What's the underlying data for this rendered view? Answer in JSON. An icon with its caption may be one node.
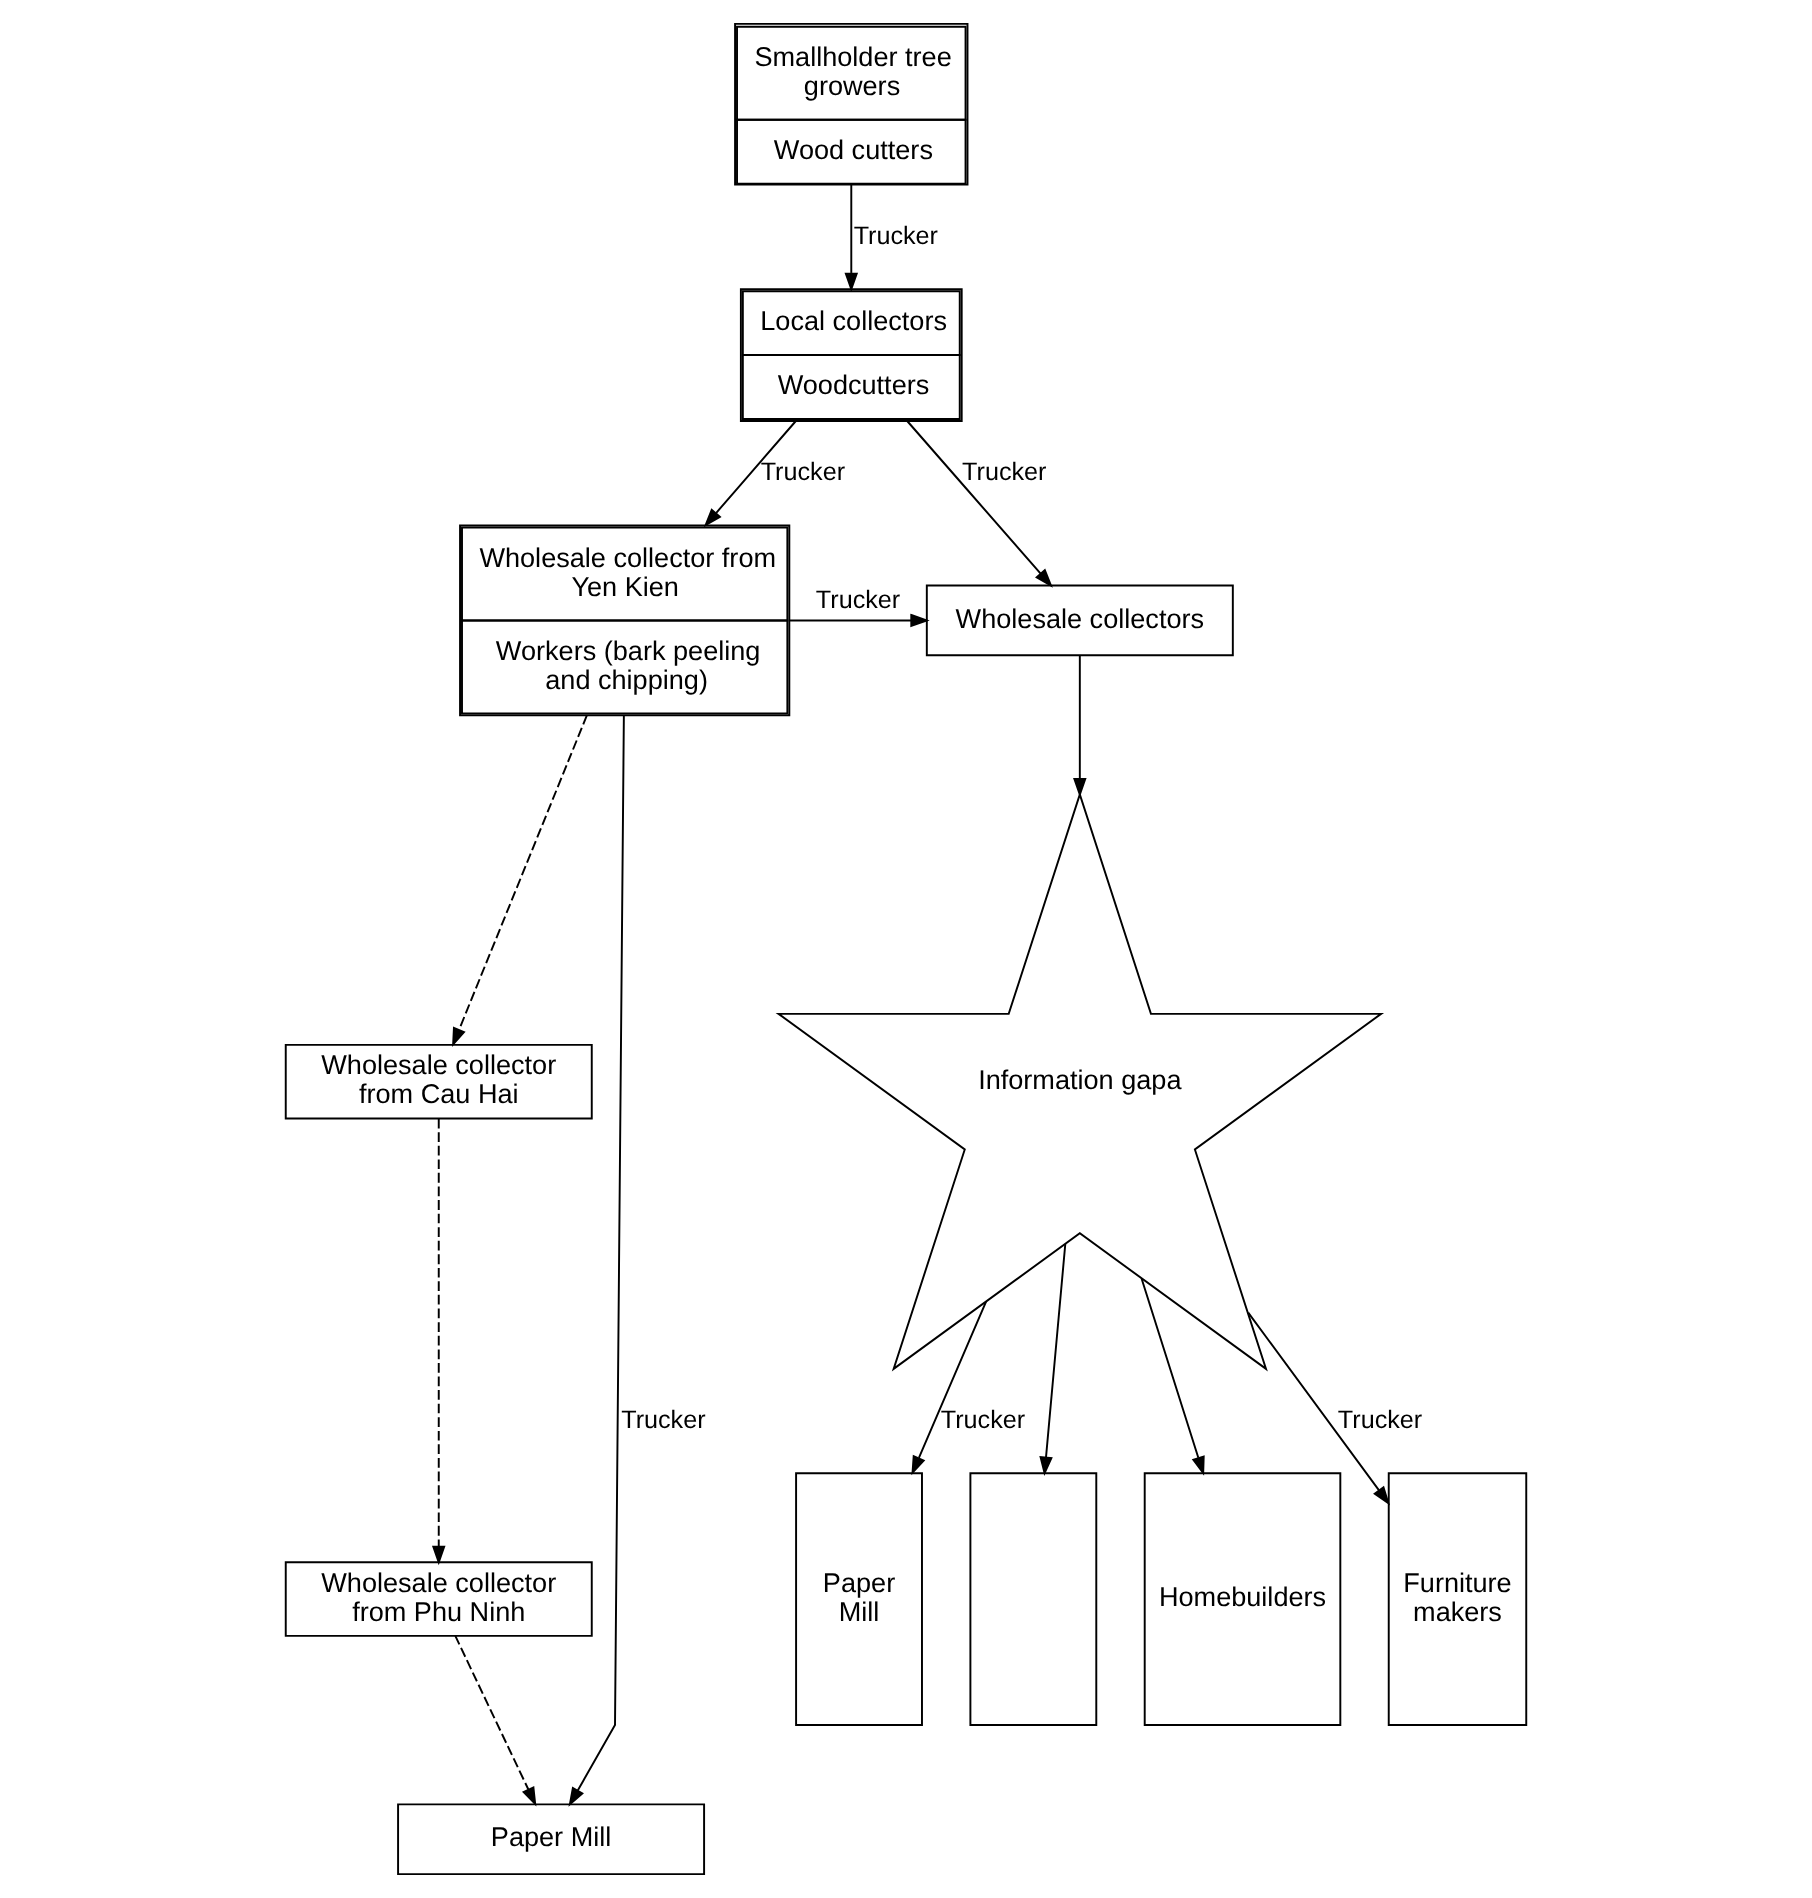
{
  "diagram": {
    "nodes": [
      {
        "text": [
          "Smallholder tree growers",
          "Wood cutters"
        ]
      },
      {
        "text": [
          "Local collectors",
          "Woodcutters"
        ]
      },
      {
        "text": [
          "Wholesale collector from Yen Kien",
          "Workers (bark peeling and chipping)"
        ]
      },
      {
        "text": [
          "Wholesale collectors"
        ]
      },
      {
        "text": [
          "Information gapa"
        ]
      },
      {
        "text": [
          "Wholesale collector from Cau Hai"
        ]
      },
      {
        "text": [
          "Wholesale collector from Phu Ninh"
        ]
      },
      {
        "text": [
          "Paper Mill"
        ]
      },
      {
        "text": [
          "Paper Mill"
        ]
      },
      {
        "text": [],
        "shape": "box"
      },
      {
        "text": [
          "Homebuilders"
        ]
      },
      {
        "text": [
          "Furniture makers"
        ]
      }
    ],
    "edges": [
      {
        "from": 0,
        "to": 1,
        "arrow": "to",
        "label": "Trucker"
      },
      {
        "from": 1,
        "to": 2,
        "arrow": "to",
        "label": "Trucker"
      },
      {
        "from": 1,
        "to": 3,
        "arrow": "to",
        "label": "Trucker"
      },
      {
        "from": 2,
        "to": 3,
        "arrow": "to",
        "label": "Trucker"
      },
      {
        "from": 3,
        "to": 4,
        "arrow": "to"
      },
      {
        "from": 2,
        "to": 5,
        "arrow": "to",
        "style": "dashed"
      },
      {
        "from": 5,
        "to": 6,
        "arrow": "to",
        "style": "dashed"
      },
      {
        "from": 6,
        "to": 7,
        "arrow": "to",
        "style": "dashed"
      },
      {
        "from": 2,
        "to": 7,
        "arrow": "to",
        "label": "Trucker"
      },
      {
        "from": 4,
        "to": 8,
        "arrow": "to",
        "label": "Trucker"
      },
      {
        "from": 4,
        "to": 9,
        "arrow": "to"
      },
      {
        "from": 4,
        "to": 10,
        "arrow": "to"
      },
      {
        "from": 4,
        "to": 11,
        "arrow": "to",
        "label": "Trucker"
      }
    ]
  }
}
